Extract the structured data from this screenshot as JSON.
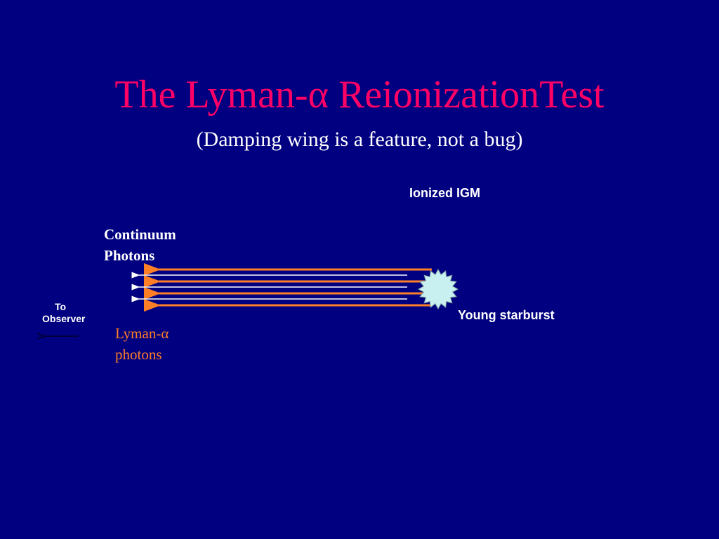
{
  "slide": {
    "title": "The Lyman-α ReionizationTest",
    "subtitle": "(Damping wing is a feature, not a bug)"
  },
  "diagram": {
    "ionized_label": "Ionized IGM",
    "continuum_label_line1": "Continuum",
    "continuum_label_line2": "Photons",
    "observer_label_line1": "To",
    "observer_label_line2": "Observer",
    "lyman_label_line1": "Lyman-α",
    "lyman_label_line2": "photons",
    "starburst_label": "Young starburst"
  },
  "colors": {
    "background": "#000080",
    "title": "#ff0066",
    "text": "#ffffff",
    "lyman_arrow": "#ff7f27",
    "starburst_fill": "#c8f0f0"
  }
}
